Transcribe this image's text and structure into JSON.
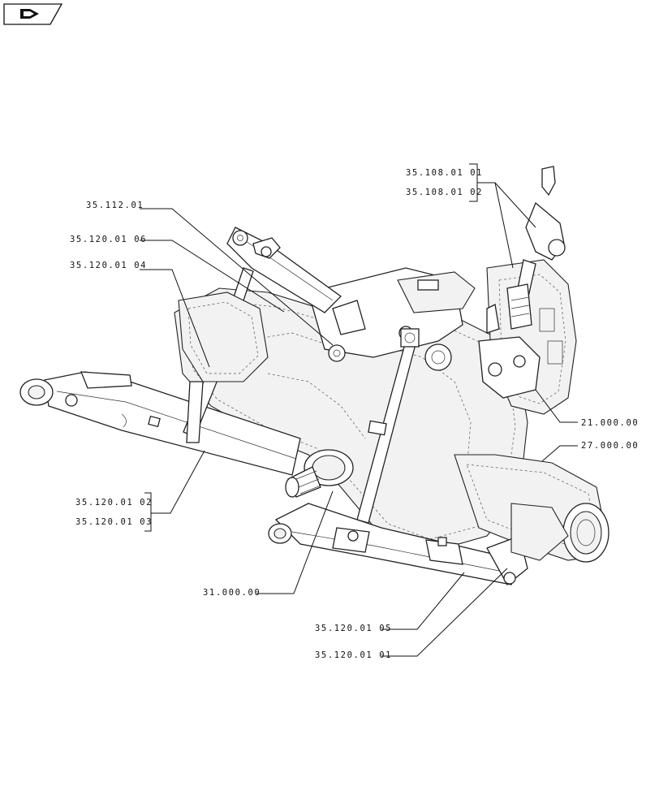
{
  "labels": {
    "l_35_108_01_01": "35.108.01 01",
    "l_35_108_01_02": "35.108.01 02",
    "l_35_112_01": "35.112.01",
    "l_35_120_01_06": "35.120.01 06",
    "l_35_120_01_04": "35.120.01 04",
    "l_21_000_00": "21.000.00",
    "l_27_000_00": "27.000.00",
    "l_35_120_01_02": "35.120.01 02",
    "l_35_120_01_03": "35.120.01 03",
    "l_31_000_00": "31.000.00",
    "l_35_120_01_05": "35.120.01 05",
    "l_35_120_01_01": "35.120.01 01"
  }
}
